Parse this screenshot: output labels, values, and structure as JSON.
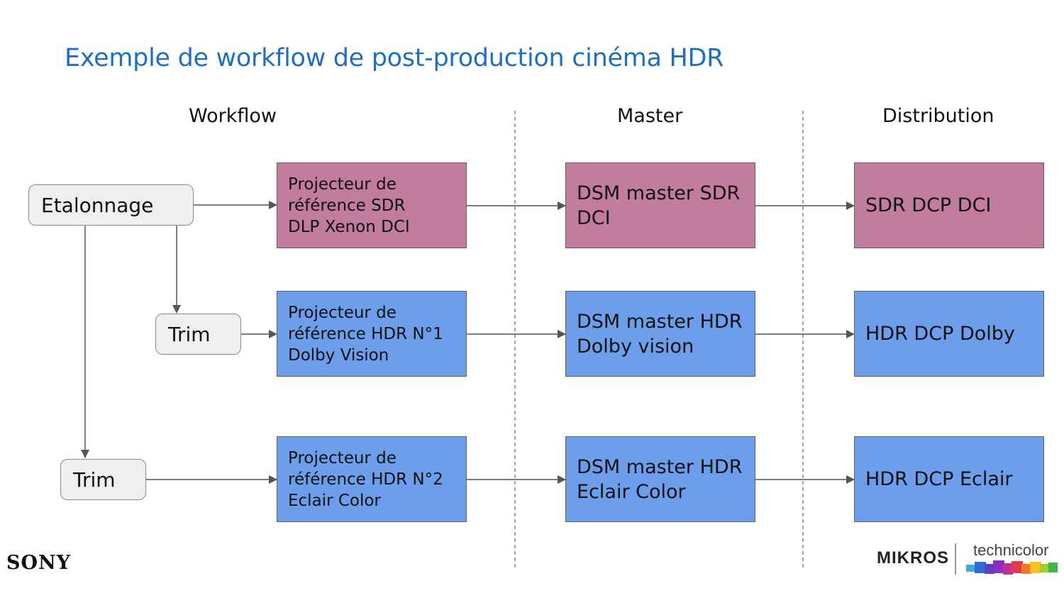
{
  "title": "Exemple de workflow de post-production cinéma HDR",
  "columns": {
    "workflow": "Workflow",
    "master": "Master",
    "distribution": "Distribution"
  },
  "grading": {
    "etalonnage": "Etalonnage",
    "trim1": "Trim",
    "trim2": "Trim"
  },
  "rows": [
    {
      "projector": "Projecteur de\nréférence SDR\nDLP Xenon DCI",
      "master": "DSM master SDR\nDCI",
      "distribution": "SDR DCP DCI",
      "color": "#c27c9e"
    },
    {
      "projector": "Projecteur de\nréférence HDR N°1\nDolby Vision",
      "master": "DSM master HDR\nDolby vision",
      "distribution": "HDR DCP Dolby",
      "color": "#6d9eeb"
    },
    {
      "projector": "Projecteur de\nréférence HDR N°2\nEclair Color",
      "master": "DSM master HDR\nEclair Color",
      "distribution": "HDR DCP Eclair",
      "color": "#6d9eeb"
    }
  ],
  "logos": {
    "sony": "SONY",
    "mikros": "MIKROS",
    "technicolor": "technicolor"
  }
}
